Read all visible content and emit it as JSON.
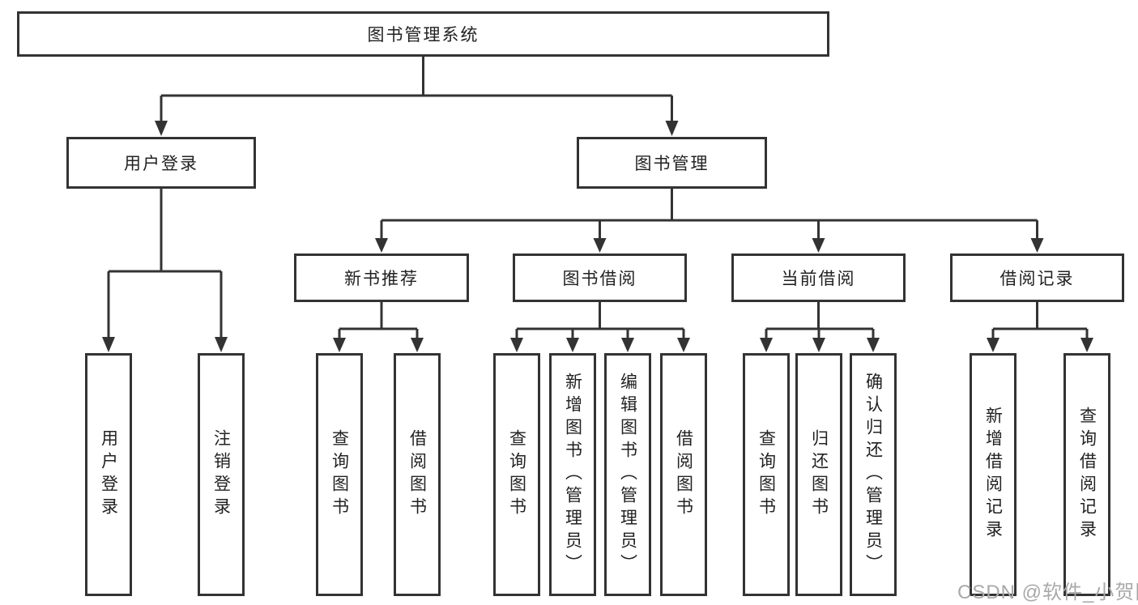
{
  "tree": {
    "root": {
      "label": "图书管理系统"
    },
    "branches": [
      {
        "label": "用户登录",
        "children": [
          {
            "label": "用户登录"
          },
          {
            "label": "注销登录"
          }
        ]
      },
      {
        "label": "图书管理",
        "groups": [
          {
            "label": "新书推荐",
            "children": [
              {
                "label": "查询图书"
              },
              {
                "label": "借阅图书"
              }
            ]
          },
          {
            "label": "图书借阅",
            "children": [
              {
                "label": "查询图书"
              },
              {
                "label": "新增图书（管理员）"
              },
              {
                "label": "编辑图书（管理员）"
              },
              {
                "label": "借阅图书"
              }
            ]
          },
          {
            "label": "当前借阅",
            "children": [
              {
                "label": "查询图书"
              },
              {
                "label": "归还图书"
              },
              {
                "label": "确认归还（管理员）"
              }
            ]
          },
          {
            "label": "借阅记录",
            "children": [
              {
                "label": "新增借阅记录"
              },
              {
                "label": "查询借阅记录"
              }
            ]
          }
        ]
      }
    ]
  },
  "watermark": "CSDN @软件_小贺同学",
  "colors": {
    "line": "#333333",
    "box_border": "#333333",
    "text": "#222222",
    "background": "#ffffff",
    "watermark": "#a9a9a9"
  }
}
